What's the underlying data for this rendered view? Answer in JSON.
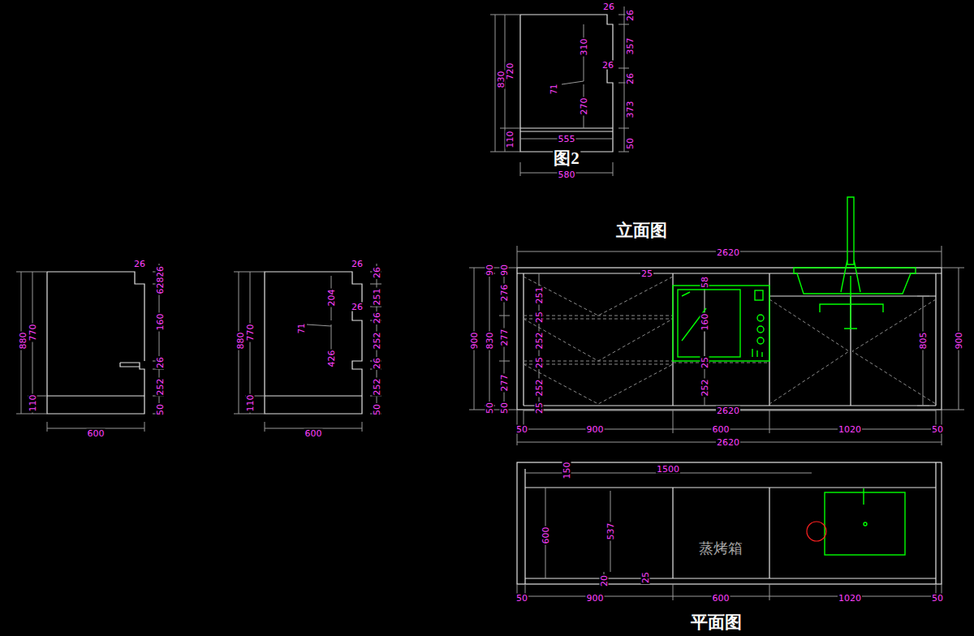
{
  "diagram": {
    "labels": [
      "830",
      "720",
      "110",
      "26",
      "26",
      "310",
      "357",
      "26",
      "71",
      "26",
      "270",
      "373",
      "555",
      "50",
      "图2",
      "580",
      "880",
      "770",
      "110",
      "26",
      "26",
      "628",
      "160",
      "26",
      "252",
      "50",
      "600",
      "880",
      "770",
      "110",
      "26",
      "26",
      "204",
      "251",
      "26",
      "26",
      "71",
      "252",
      "426",
      "26",
      "252",
      "50",
      "600",
      "立面图",
      "2620",
      "900",
      "90",
      "830",
      "50",
      "90",
      "276",
      "277",
      "277",
      "50",
      "251",
      "25",
      "252",
      "25",
      "252",
      "25",
      "25",
      "58",
      "160",
      "25",
      "252",
      "2620",
      "805",
      "900",
      "50",
      "900",
      "600",
      "1020",
      "50",
      "2620",
      "150",
      "1500",
      "600",
      "537",
      "20",
      "25",
      "蒸烤箱",
      "50",
      "900",
      "600",
      "1020",
      "50",
      "平面图"
    ]
  }
}
